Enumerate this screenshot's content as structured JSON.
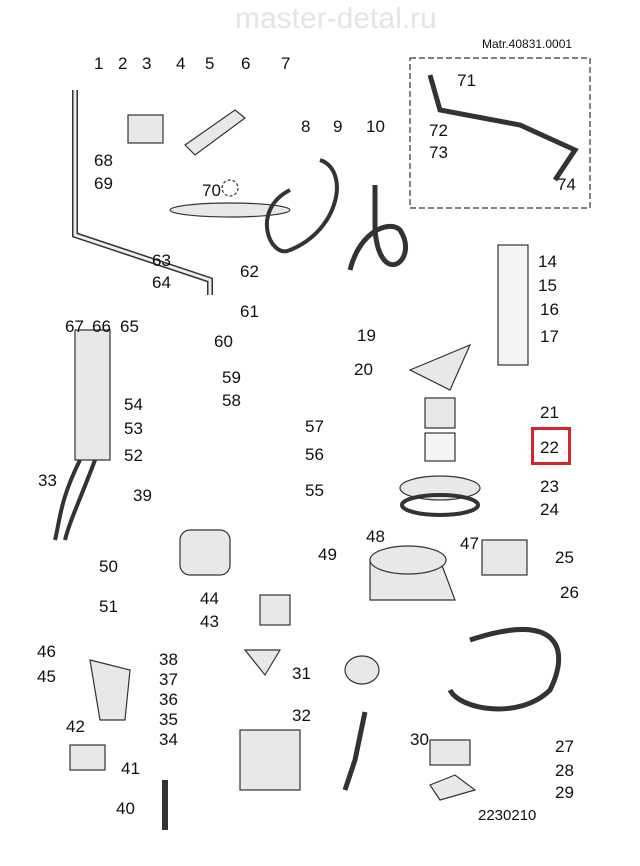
{
  "header": {
    "material_number": "Matr.40831.0001"
  },
  "footer": {
    "drawing_code": "2230210"
  },
  "watermark": "master-detal.ru",
  "highlight": {
    "part": "22",
    "color": "#d8232a"
  },
  "labels": [
    "1",
    "2",
    "3",
    "4",
    "5",
    "6",
    "7",
    "8",
    "9",
    "10",
    "68",
    "69",
    "70",
    "71",
    "72",
    "73",
    "74",
    "63",
    "64",
    "62",
    "61",
    "67",
    "66",
    "65",
    "60",
    "14",
    "15",
    "16",
    "17",
    "19",
    "20",
    "59",
    "54",
    "58",
    "53",
    "57",
    "56",
    "52",
    "55",
    "21",
    "22",
    "23",
    "24",
    "33",
    "39",
    "50",
    "51",
    "49",
    "48",
    "47",
    "25",
    "26",
    "44",
    "43",
    "46",
    "45",
    "38",
    "37",
    "36",
    "35",
    "34",
    "31",
    "32",
    "42",
    "41",
    "40",
    "30",
    "27",
    "28",
    "29"
  ]
}
